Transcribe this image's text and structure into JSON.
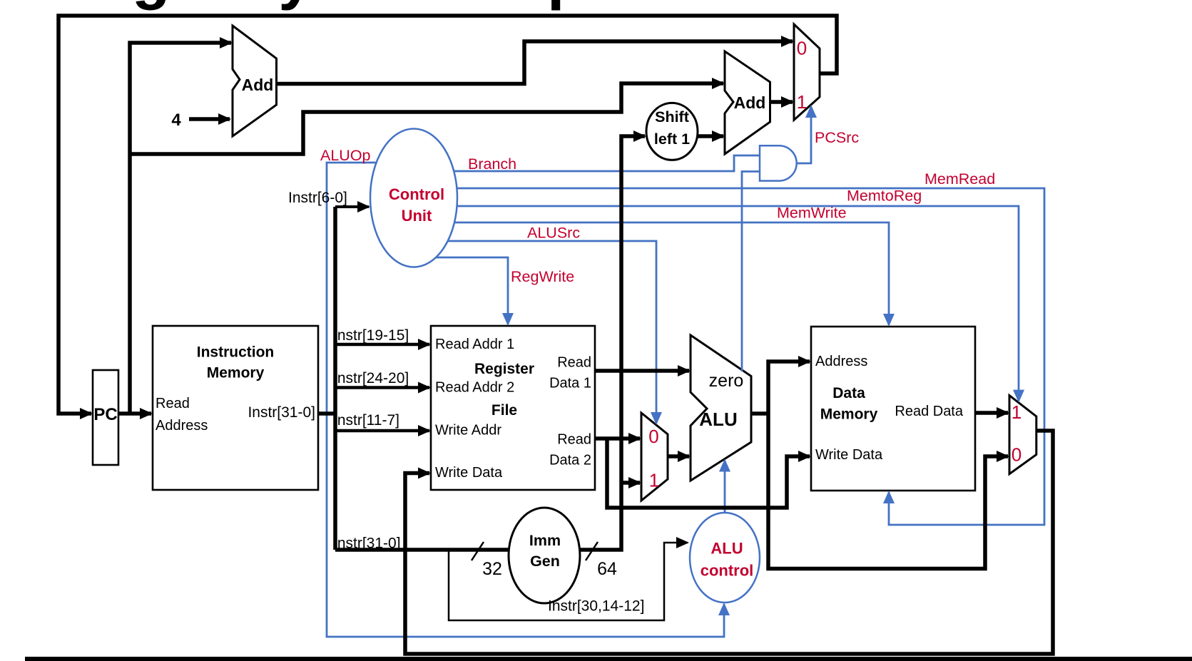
{
  "title": "Single-cycle datapath",
  "colors": {
    "wire_black": "#000000",
    "control_blue": "#4472C4",
    "signal_red": "#C3002F",
    "background": "#ffffff"
  },
  "labels": {
    "pc": "PC",
    "const4": "4",
    "add_pc": "Add",
    "add_branch": "Add",
    "instruction_memory": {
      "title1": "Instruction",
      "title2": "Memory",
      "port_read": "Read",
      "port_address": "Address",
      "out": "Instr[31-0]"
    },
    "register_file": {
      "read_addr_1": "Read Addr 1",
      "title1": "Register",
      "read_addr_2": "Read Addr 2",
      "title2": "File",
      "write_addr": "Write Addr",
      "write_data": "Write Data",
      "read_data_1a": "Read",
      "read_data_1b": "Data 1",
      "read_data_2a": "Read",
      "read_data_2b": "Data 2"
    },
    "data_memory": {
      "port_address": "Address",
      "title1": "Data",
      "title2": "Memory",
      "read_data": "Read Data",
      "write_data": "Write Data"
    },
    "control_unit": {
      "line1": "Control",
      "line2": "Unit"
    },
    "imm_gen": {
      "line1": "Imm",
      "line2": "Gen"
    },
    "alu_control": {
      "line1": "ALU",
      "line2": "control"
    },
    "shift_left": {
      "line1": "Shift",
      "line2": "left 1"
    },
    "alu": {
      "zero": "zero",
      "name": "ALU"
    },
    "width_32": "32",
    "width_64": "64",
    "mux_pc": {
      "in0": "0",
      "in1": "1"
    },
    "mux_alusrc": {
      "in0": "0",
      "in1": "1"
    },
    "mux_writeback": {
      "in1": "1",
      "in0": "0"
    }
  },
  "signals": {
    "aluop": "ALUOp",
    "branch": "Branch",
    "pcsrc": "PCSrc",
    "memread": "MemRead",
    "memtoreg": "MemtoReg",
    "memwrite": "MemWrite",
    "alusrc": "ALUSrc",
    "regwrite": "RegWrite"
  },
  "buses": {
    "instr_6_0": "Instr[6-0]",
    "instr_19_15": "Instr[19-15]",
    "instr_24_20": "Instr[24-20]",
    "instr_11_7": "Instr[11-7]",
    "instr_31_0": "Instr[31-0]",
    "instr_30_14_12": "Instr[30,14-12]"
  }
}
